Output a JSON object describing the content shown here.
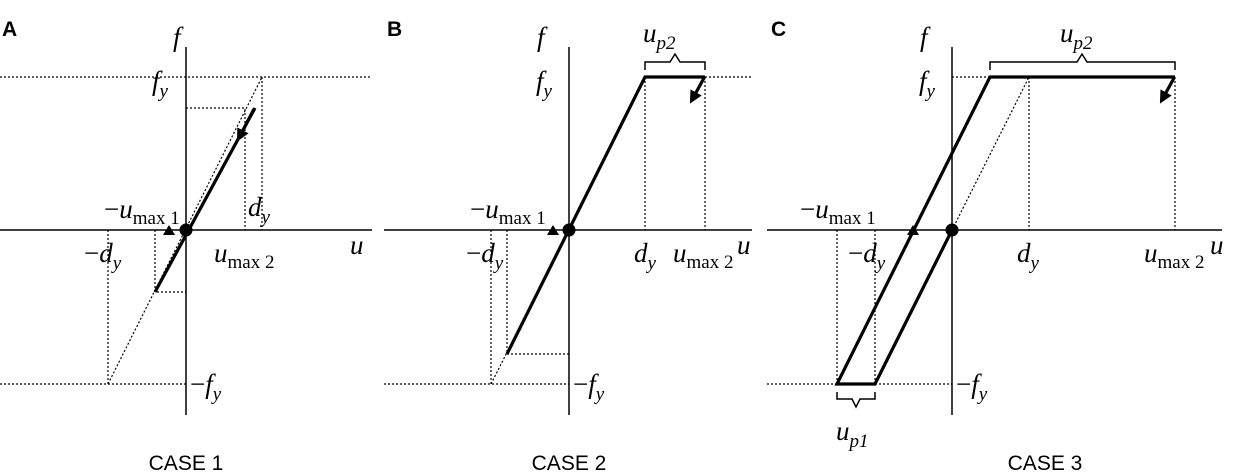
{
  "panels": [
    {
      "letter": "A",
      "case_label": "CASE 1",
      "axis_labels": {
        "y": "f",
        "x": "u"
      },
      "annotations": {
        "fy": {
          "main": "f",
          "sub": "y"
        },
        "neg_fy": {
          "minus": "−",
          "main": "f",
          "sub": "y"
        },
        "dy": {
          "main": "d",
          "sub": "y"
        },
        "neg_dy": {
          "minus": "−",
          "main": "d",
          "sub": "y"
        },
        "neg_umax1": {
          "minus": "−",
          "main": "u",
          "sub": "max 1"
        },
        "umax2": {
          "main": "u",
          "sub": "max 2"
        }
      }
    },
    {
      "letter": "B",
      "case_label": "CASE 2",
      "axis_labels": {
        "y": "f",
        "x": "u"
      },
      "annotations": {
        "fy": {
          "main": "f",
          "sub": "y"
        },
        "neg_fy": {
          "minus": "−",
          "main": "f",
          "sub": "y"
        },
        "dy": {
          "main": "d",
          "sub": "y"
        },
        "neg_dy": {
          "minus": "−",
          "main": "d",
          "sub": "y"
        },
        "neg_umax1": {
          "minus": "−",
          "main": "u",
          "sub": "max 1"
        },
        "umax2": {
          "main": "u",
          "sub": "max 2"
        },
        "up2": {
          "main": "u",
          "sub": "p2"
        }
      }
    },
    {
      "letter": "C",
      "case_label": "CASE 3",
      "axis_labels": {
        "y": "f",
        "x": "u"
      },
      "annotations": {
        "fy": {
          "main": "f",
          "sub": "y"
        },
        "neg_fy": {
          "minus": "−",
          "main": "f",
          "sub": "y"
        },
        "dy": {
          "main": "d",
          "sub": "y"
        },
        "neg_dy": {
          "minus": "−",
          "main": "d",
          "sub": "y"
        },
        "neg_umax1": {
          "minus": "−",
          "main": "u",
          "sub": "max 1"
        },
        "umax2": {
          "main": "u",
          "sub": "max 2"
        },
        "up2": {
          "main": "u",
          "sub": "p2"
        },
        "up1": {
          "main": "u",
          "sub": "p1"
        }
      }
    }
  ]
}
